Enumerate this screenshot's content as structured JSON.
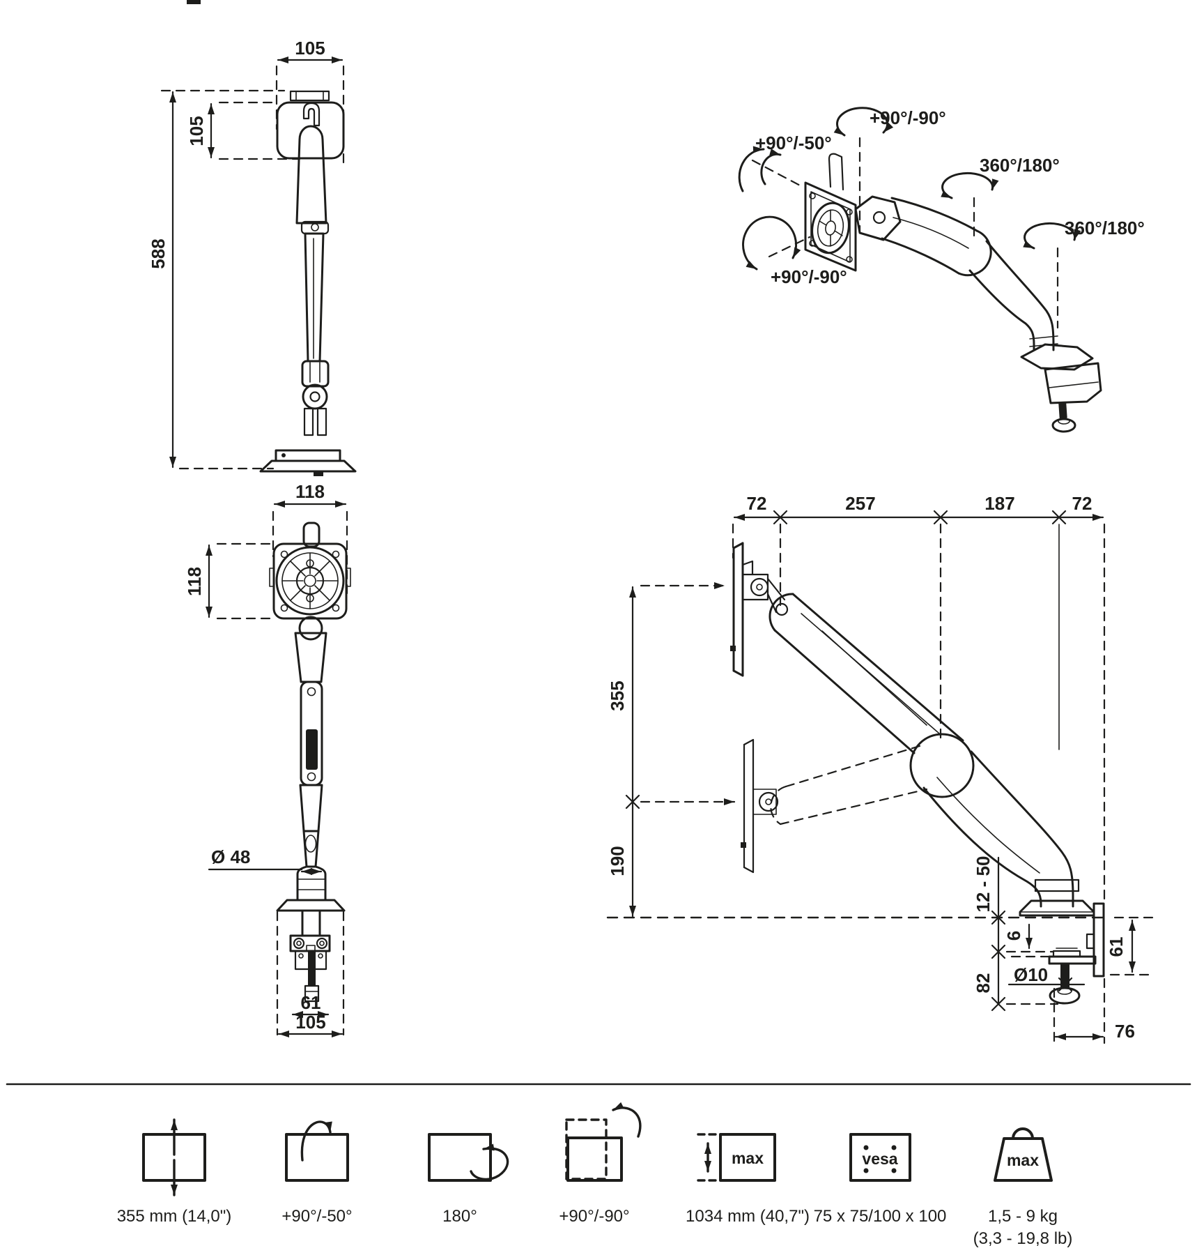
{
  "colors": {
    "ink": "#1d1d1b",
    "background": "#ffffff"
  },
  "view_front_folded": {
    "dim_width_top": "105",
    "dim_head_height": "105",
    "dim_total_height": "588"
  },
  "view_isometric": {
    "rot_vesa_pan": "+90°/-90°",
    "rot_vesa_tilt": "+90°/-50°",
    "rot_vesa_rotate": "+90°/-90°",
    "rot_elbow": "360°/180°",
    "rot_base": "360°/180°"
  },
  "view_front_vesa": {
    "dim_plate_width": "118",
    "dim_plate_height": "118",
    "dim_pole_diameter": "Ø 48",
    "dim_bolt_spacing": "61",
    "dim_base_width": "105"
  },
  "view_side": {
    "dim_vesa_depth": "72",
    "dim_upper_arm_reach": "257",
    "dim_forearm_reach": "187",
    "dim_clamp_offset": "72",
    "dim_lift_range": "355",
    "dim_min_height": "190",
    "dim_desk_thickness": "12 - 50",
    "dim_pad_gap": "6",
    "dim_under_desk": "82",
    "dim_screw_diameter": "Ø10",
    "dim_bracket_height": "61",
    "dim_clamp_depth": "76"
  },
  "legend": {
    "items": [
      {
        "id": "height-adjust-icon",
        "label": "355 mm (14,0\")"
      },
      {
        "id": "tilt-icon",
        "label": "+90°/-50°"
      },
      {
        "id": "swivel-icon",
        "label": "180°"
      },
      {
        "id": "rotate-icon",
        "label": "+90°/-90°"
      },
      {
        "id": "max-height-icon",
        "label": "1034 mm (40,7\")",
        "badge": "max"
      },
      {
        "id": "vesa-icon",
        "label": "75 x 75/100 x 100",
        "badge": "vesa"
      },
      {
        "id": "max-weight-icon",
        "label": "1,5 - 9 kg",
        "label_2": "(3,3 - 19,8 lb)",
        "badge": "max"
      }
    ]
  }
}
